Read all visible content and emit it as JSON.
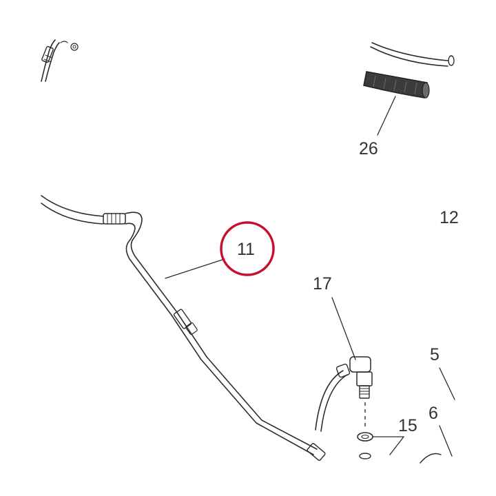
{
  "diagram": {
    "callouts": {
      "c11": "11",
      "c12": "12",
      "c26": "26",
      "c17": "17",
      "c5": "5",
      "c6": "6",
      "c15": "15"
    },
    "highlight": {
      "target": "11",
      "color": "#c8102e"
    },
    "colors": {
      "line": "#2a2a2a",
      "text": "#333333",
      "grommet_fill": "#555555"
    }
  }
}
